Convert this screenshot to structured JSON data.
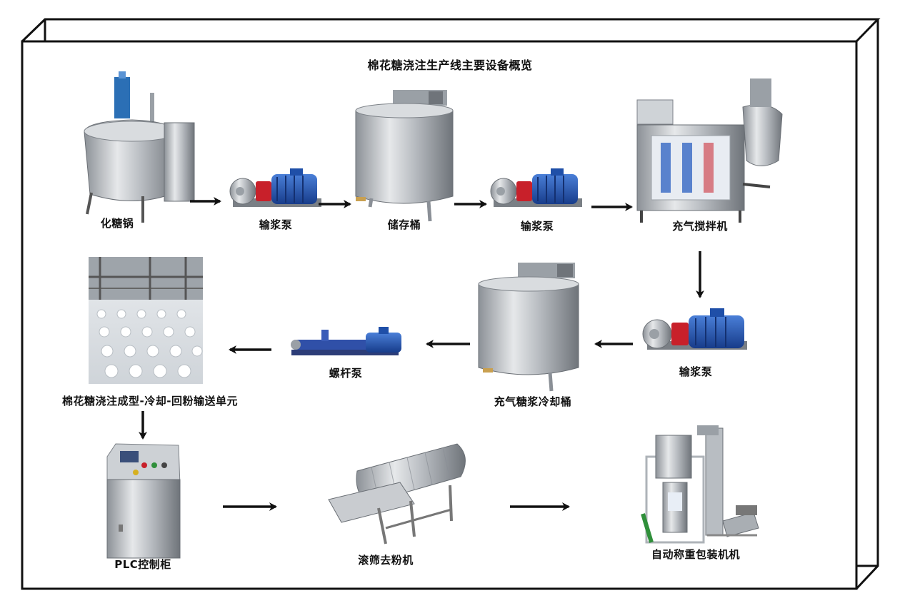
{
  "title": "棉花糖浇注生产线主要设备概览",
  "equipment": [
    {
      "key": "sugar_cooker",
      "label": "化糖锅"
    },
    {
      "key": "pump_1",
      "label": "输浆泵"
    },
    {
      "key": "storage_tank",
      "label": "储存桶"
    },
    {
      "key": "pump_2",
      "label": "输浆泵"
    },
    {
      "key": "aeration_mixer",
      "label": "充气搅拌机"
    },
    {
      "key": "pump_3",
      "label": "输浆泵"
    },
    {
      "key": "cooling_tank",
      "label": "充气糖浆冷却桶"
    },
    {
      "key": "screw_pump",
      "label": "螺杆泵"
    },
    {
      "key": "depositing_unit",
      "label": "棉花糖浇注成型-冷却-回粉输送单元"
    },
    {
      "key": "plc_cabinet",
      "label": "PLC控制柜"
    },
    {
      "key": "tumbler_sieve",
      "label": "滚筛去粉机"
    },
    {
      "key": "packing_machine",
      "label": "自动称重包装机机"
    }
  ],
  "colors": {
    "frame": "#111111",
    "steel": "#c9ccd0",
    "steel_dark": "#8a8f96",
    "motor_blue": "#1f4fa8",
    "pump_red": "#c8202a",
    "screw_pump_blue": "#3050a8",
    "panel_blue": "#2a5fc0"
  }
}
